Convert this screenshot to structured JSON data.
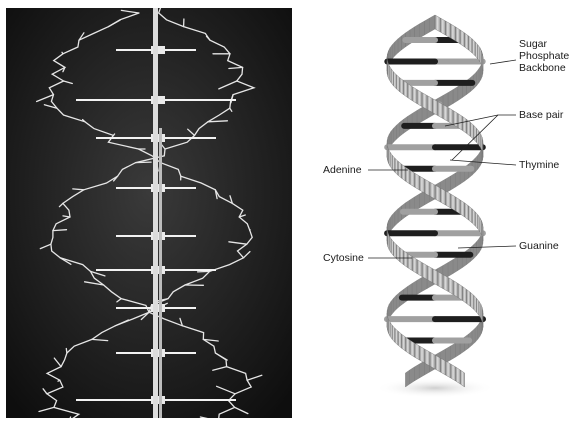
{
  "photo": {
    "subject": "molecular model photograph"
  },
  "diagram": {
    "labels": {
      "sugar_phosphate_backbone": [
        "Sugar",
        "Phosphate",
        "Backbone"
      ],
      "base_pair": "Base pair",
      "adenine": "Adenine",
      "thymine": "Thymine",
      "cytosine": "Cytosine",
      "guanine": "Guanine"
    },
    "colors": {
      "ribbon": "#c9c9c9",
      "ribbon_shadow": "#8a8a8a",
      "base_dark": "#1e1e1e",
      "base_light": "#a0a0a0"
    }
  }
}
